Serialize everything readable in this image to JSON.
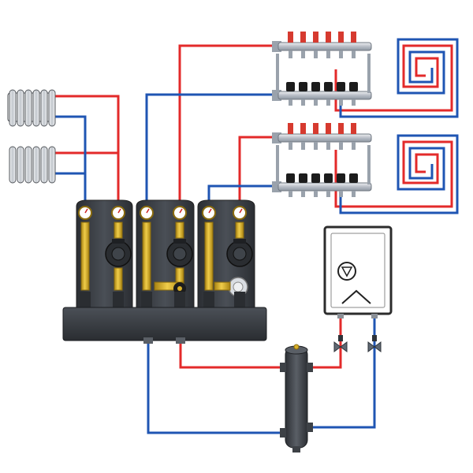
{
  "colors": {
    "supply_pipe": "#e32a2a",
    "return_pipe": "#1f55b3",
    "module_body": "#3b3f44",
    "module_dark": "#2a2d31",
    "brass": "#d9b028",
    "brass_dark": "#a88312",
    "manifold_bar": "#c9ced6",
    "manifold_red": "#d63a2f",
    "manifold_black": "#1c1c1c",
    "radiator": "#cfd3d8",
    "heater_body": "#ffffff",
    "heater_outline": "#2c2c2c",
    "separator": "#3d4146"
  },
  "components": {
    "radiators": [
      {
        "id": "radiator-1",
        "name": "radiator"
      },
      {
        "id": "radiator-2",
        "name": "radiator"
      }
    ],
    "pump_modules": [
      {
        "id": "pump-module-1",
        "has_mixing_valve": false
      },
      {
        "id": "pump-module-2",
        "has_mixing_valve": true
      },
      {
        "id": "pump-module-3",
        "has_mixing_valve": true
      }
    ],
    "manifolds": [
      {
        "id": "floor-manifold-1",
        "outlets": 6
      },
      {
        "id": "floor-manifold-2",
        "outlets": 6
      }
    ],
    "floor_loops": [
      {
        "id": "floor-loop-1",
        "icon": "spiral-icon"
      },
      {
        "id": "floor-loop-2",
        "icon": "spiral-icon"
      }
    ],
    "boiler": {
      "id": "wall-boiler",
      "icons": [
        "pump-icon",
        "flame-icon"
      ]
    },
    "separator": {
      "id": "hydraulic-separator"
    },
    "header": {
      "id": "distribution-header"
    }
  }
}
